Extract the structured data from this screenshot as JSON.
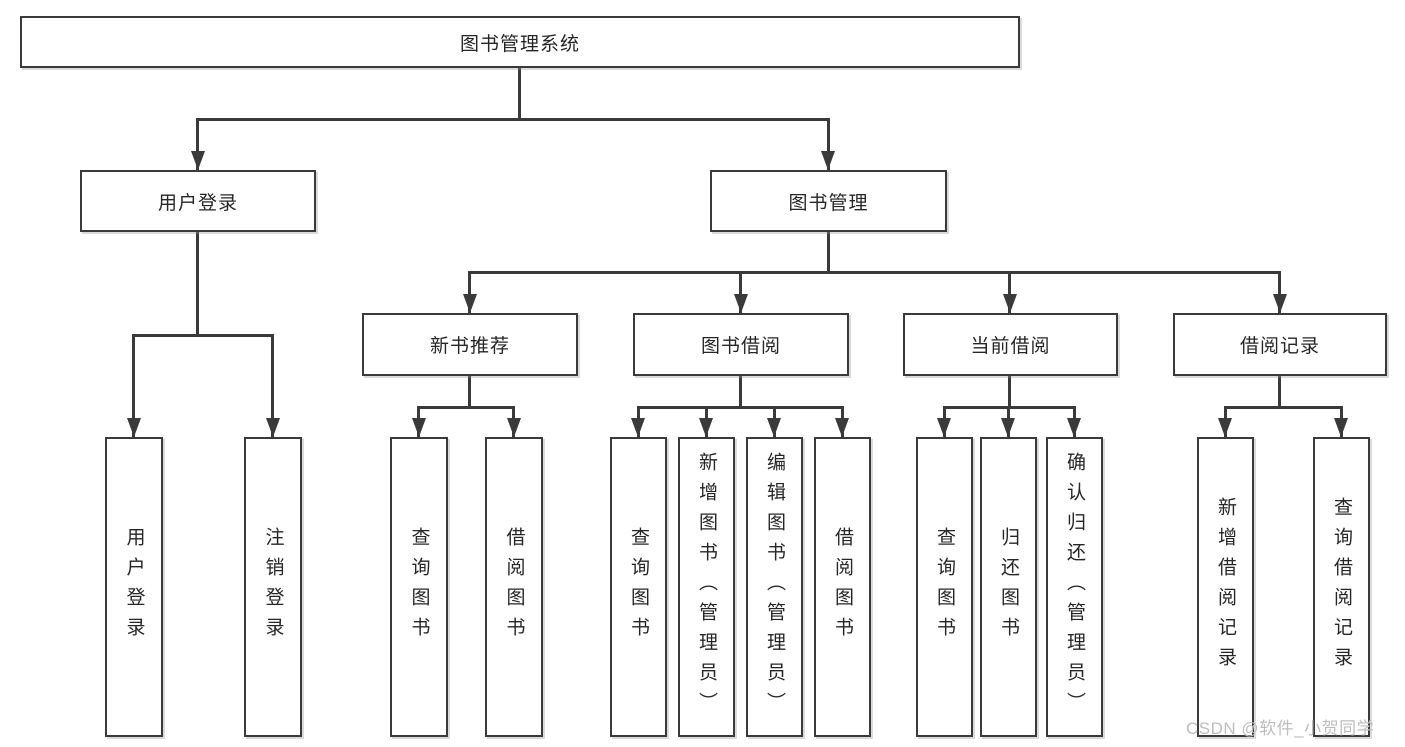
{
  "diagram": {
    "title": "图书管理系统",
    "tree": {
      "label": "图书管理系统",
      "children": [
        {
          "label": "用户登录",
          "children": [
            {
              "label": "用户登录"
            },
            {
              "label": "注销登录"
            }
          ]
        },
        {
          "label": "图书管理",
          "children": [
            {
              "label": "新书推荐",
              "children": [
                {
                  "label": "查询图书"
                },
                {
                  "label": "借阅图书"
                }
              ]
            },
            {
              "label": "图书借阅",
              "children": [
                {
                  "label": "查询图书"
                },
                {
                  "label": "新增图书（管理员）"
                },
                {
                  "label": "编辑图书（管理员）"
                },
                {
                  "label": "借阅图书"
                }
              ]
            },
            {
              "label": "当前借阅",
              "children": [
                {
                  "label": "查询图书"
                },
                {
                  "label": "归还图书"
                },
                {
                  "label": "确认归还（管理员）"
                }
              ]
            },
            {
              "label": "借阅记录",
              "children": [
                {
                  "label": "新增借阅记录"
                },
                {
                  "label": "查询借阅记录"
                }
              ]
            }
          ]
        }
      ]
    }
  },
  "watermark": {
    "text": "CSDN @软件_小贺同学"
  },
  "colors": {
    "line": "#3a3a3a",
    "border": "#3a3a3a",
    "text": "#262626",
    "background": "#ffffff",
    "watermark": "#bdbdbd"
  }
}
